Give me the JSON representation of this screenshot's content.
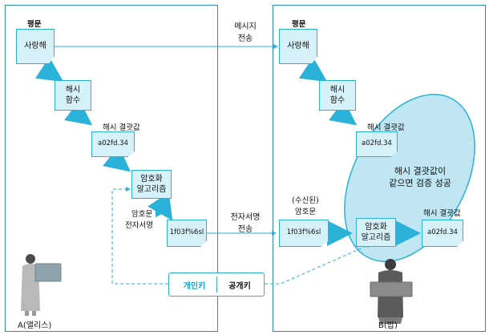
{
  "colors": {
    "accent": "#2ab2d8",
    "box_fill": "#d7f1f8",
    "ellipse_fill": "#bfe6f2",
    "panel_border": "#2a8fb6",
    "dashed": "#2ab2d8",
    "key_private": "#1a9fd0"
  },
  "alice": {
    "plaintext_label": "평문",
    "plaintext": "사랑해",
    "hash_function": "해시\n함수",
    "hash_result_label": "해시 결괏값",
    "hash_value": "a02fd.34",
    "encryption_algorithm": "암호화\n알고리즘",
    "ciphertext_label": "암호문",
    "signature_label": "전자서명",
    "signature_value": "1f03f%6sl",
    "person_label": "A(앨리스)",
    "person_icon": "person-with-laptop-icon"
  },
  "channel": {
    "message_transfer": "메시지\n전송",
    "signature_transfer": "전자서명\n전송"
  },
  "keys": {
    "private_key": "개인키",
    "public_key": "공개키"
  },
  "bob": {
    "plaintext_label": "평문",
    "plaintext": "사랑해",
    "hash_function": "해시\n함수",
    "hash_result_label": "해시 결괏값",
    "hash_value": "a02fd.34",
    "received_ciphertext_label": "(수신된)\n암호문",
    "signature_value": "1f03f%6sl",
    "encryption_algorithm": "암호화\n알고리즘",
    "decrypted_hash_label": "해시 결괏값",
    "decrypted_hash_value": "a02fd.34",
    "verification_note": "해시 결괏값이\n같으면 검증 성공",
    "person_label": "B(밥)",
    "person_icon": "person-holding-sign-icon"
  }
}
